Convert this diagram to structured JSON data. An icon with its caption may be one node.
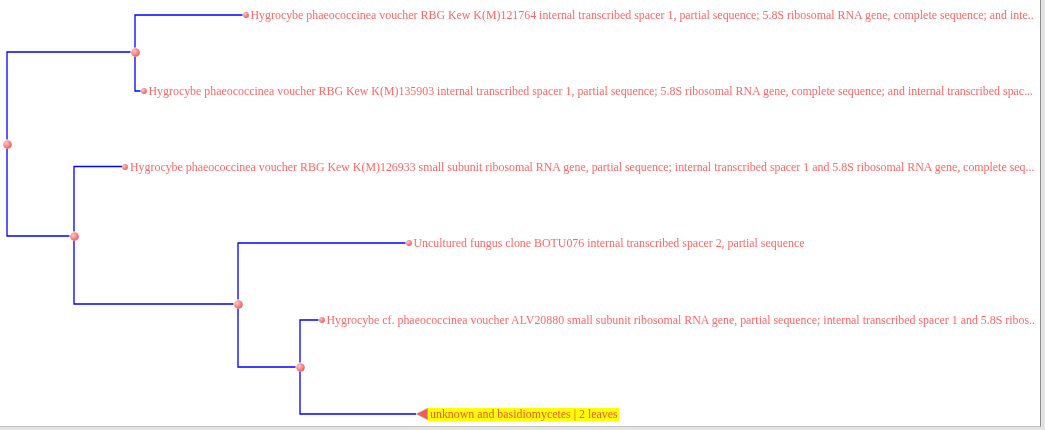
{
  "diagram": {
    "nodes": [
      {
        "text": [],
        "shape": "circle"
      },
      {
        "text": [],
        "shape": "circle"
      },
      {
        "text": [
          "Hygrocybe phaeococcinea voucher RBG Kew K(M)121764 internal transcribed spacer 1, partial sequence; 5.8S ribosomal RNA gene, complete sequence; and inte.."
        ]
      },
      {
        "text": [
          "Hygrocybe phaeococcinea voucher RBG Kew K(M)135903 internal transcribed spacer 1, partial sequence; 5.8S ribosomal RNA gene, complete sequence; and internal transcribed spac..."
        ]
      },
      {
        "text": [],
        "shape": "circle"
      },
      {
        "text": [
          "Hygrocybe phaeococcinea voucher RBG Kew K(M)126933 small subunit ribosomal RNA gene, partial sequence; internal transcribed spacer 1 and 5.8S ribosomal RNA gene, complete seq..."
        ]
      },
      {
        "text": [],
        "shape": "circle"
      },
      {
        "text": [
          "Uncultured fungus clone BOTU076 internal transcribed spacer 2, partial sequence"
        ]
      },
      {
        "text": [],
        "shape": "circle"
      },
      {
        "text": [
          "Hygrocybe cf. phaeococcinea voucher ALV20880 small subunit ribosomal RNA gene, partial sequence; internal transcribed spacer 1 and 5.8S ribos.."
        ]
      },
      {
        "text": [
          "unknown and basidiomycetes | 2 leaves"
        ]
      }
    ],
    "edges": [
      {
        "from": 0,
        "to": 1,
        "arrow": "none"
      },
      {
        "from": 1,
        "to": 2,
        "arrow": "none"
      },
      {
        "from": 1,
        "to": 3,
        "arrow": "none"
      },
      {
        "from": 0,
        "to": 4,
        "arrow": "none"
      },
      {
        "from": 4,
        "to": 5,
        "arrow": "none"
      },
      {
        "from": 4,
        "to": 6,
        "arrow": "none"
      },
      {
        "from": 6,
        "to": 7,
        "arrow": "none"
      },
      {
        "from": 6,
        "to": 8,
        "arrow": "none"
      },
      {
        "from": 8,
        "to": 9,
        "arrow": "none"
      },
      {
        "from": 8,
        "to": 10,
        "arrow": "none"
      }
    ]
  }
}
